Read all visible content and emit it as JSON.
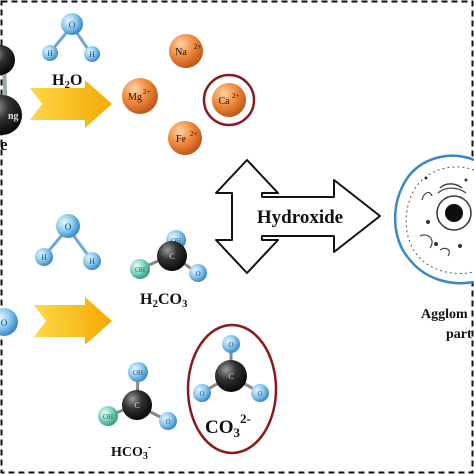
{
  "frame": {
    "style": "dashed",
    "color": "#111111"
  },
  "colors": {
    "water_atom": "#7fbfe6",
    "carbon_atom": "#2b2b2b",
    "cation": "#f0883a",
    "highlight_ring": "#8b1a1a",
    "arrow": "#f5b700",
    "oh_group": "#7fd6c3",
    "particle_outline": "#3b86c4"
  },
  "left_cut": {
    "partial_label": "e",
    "atom_text": "ng"
  },
  "water_top": {
    "formula_main": "H",
    "formula_sub": "2",
    "formula_tail": "O",
    "o_label": "O",
    "h_label": "H"
  },
  "cations": [
    {
      "symbol": "Na",
      "charge": "2+"
    },
    {
      "symbol": "Mg",
      "charge": "2+"
    },
    {
      "symbol": "Ca",
      "charge": "2+",
      "highlighted": true
    },
    {
      "symbol": "Fe",
      "charge": "2+"
    }
  ],
  "hydroxide": {
    "label": "Hydroxide"
  },
  "water_bottom": {
    "o_label": "O",
    "h_label": "H"
  },
  "h2co3": {
    "formula_main": "H",
    "formula_sub1": "2",
    "formula_mid": "CO",
    "formula_sub2": "3",
    "oh_label": "OH",
    "c_label": "C",
    "o_label": "O"
  },
  "hco3": {
    "formula_main": "HCO",
    "formula_sub": "3",
    "formula_sup": "-",
    "oh_label": "OH",
    "c_label": "C",
    "o_label": "O"
  },
  "co3": {
    "formula_main": "CO",
    "formula_sub": "3",
    "formula_sup": "2-",
    "c_label": "C",
    "o_label": "O"
  },
  "particle": {
    "label_line1": "Agglom",
    "label_line2": "part"
  }
}
